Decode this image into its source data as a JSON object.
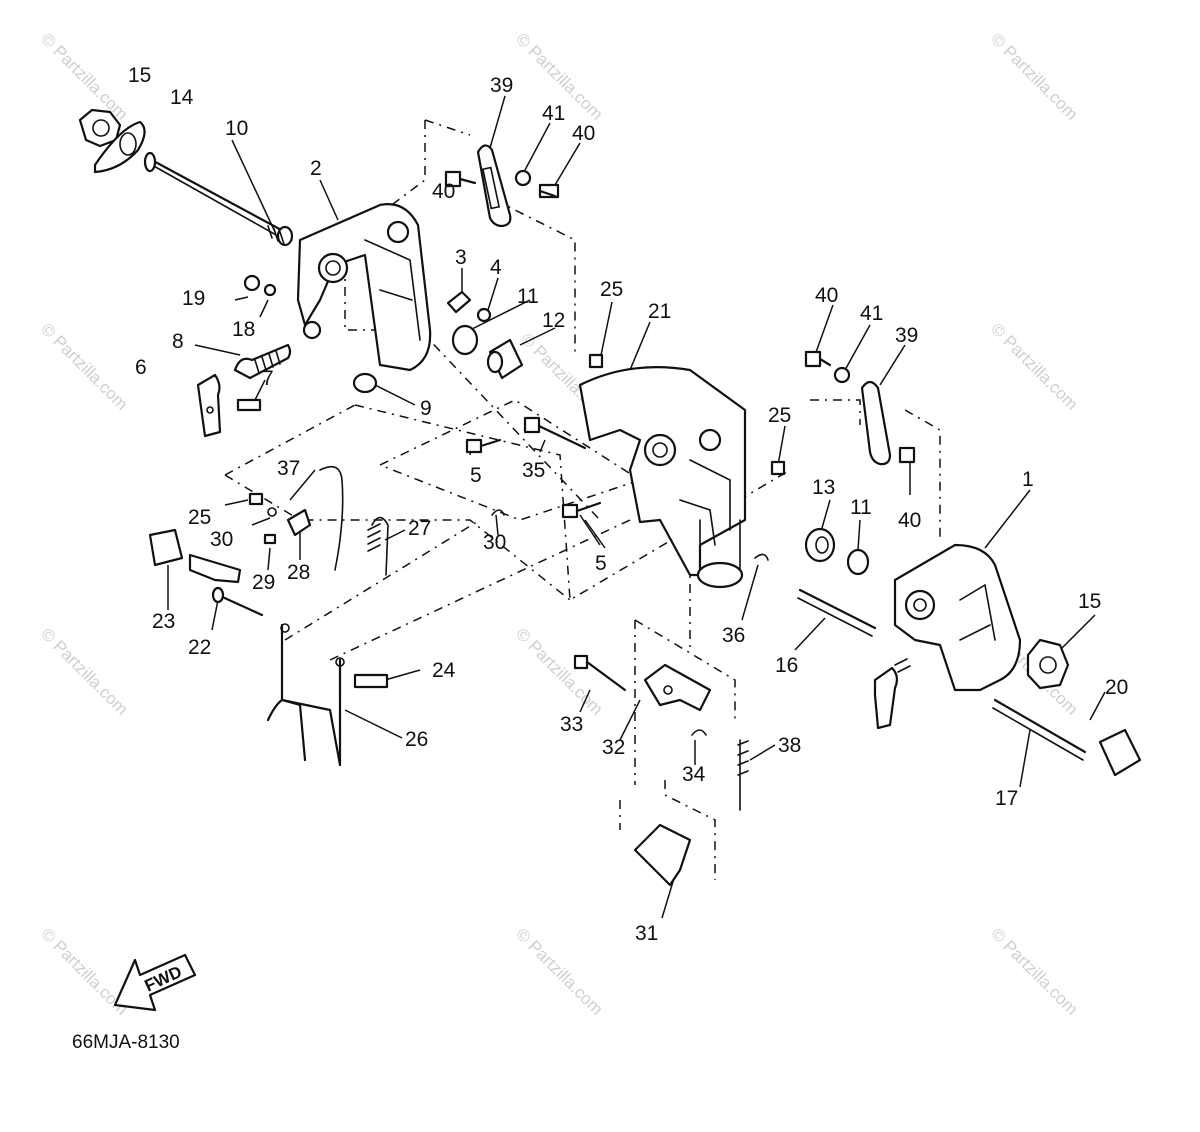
{
  "diagram_code": "66MJA-8130",
  "direction_label": "FWD",
  "watermark_text": "© Partzilla.com",
  "callouts": [
    {
      "id": "c15a",
      "text": "15"
    },
    {
      "id": "c14",
      "text": "14"
    },
    {
      "id": "c10",
      "text": "10"
    },
    {
      "id": "c2",
      "text": "2"
    },
    {
      "id": "c39a",
      "text": "39"
    },
    {
      "id": "c41a",
      "text": "41"
    },
    {
      "id": "c40a",
      "text": "40"
    },
    {
      "id": "c40b",
      "text": "40"
    },
    {
      "id": "c3",
      "text": "3"
    },
    {
      "id": "c4",
      "text": "4"
    },
    {
      "id": "c19",
      "text": "19"
    },
    {
      "id": "c18",
      "text": "18"
    },
    {
      "id": "c11a",
      "text": "11"
    },
    {
      "id": "c12",
      "text": "12"
    },
    {
      "id": "c25a",
      "text": "25"
    },
    {
      "id": "c21",
      "text": "21"
    },
    {
      "id": "c8",
      "text": "8"
    },
    {
      "id": "c6",
      "text": "6"
    },
    {
      "id": "c7",
      "text": "7"
    },
    {
      "id": "c9",
      "text": "9"
    },
    {
      "id": "c40c",
      "text": "40"
    },
    {
      "id": "c41b",
      "text": "41"
    },
    {
      "id": "c39b",
      "text": "39"
    },
    {
      "id": "c25b",
      "text": "25"
    },
    {
      "id": "c40d",
      "text": "40"
    },
    {
      "id": "c5a",
      "text": "5"
    },
    {
      "id": "c35",
      "text": "35"
    },
    {
      "id": "c37",
      "text": "37"
    },
    {
      "id": "c25c",
      "text": "25"
    },
    {
      "id": "c30a",
      "text": "30"
    },
    {
      "id": "c27",
      "text": "27"
    },
    {
      "id": "c30b",
      "text": "30"
    },
    {
      "id": "c29",
      "text": "29"
    },
    {
      "id": "c28",
      "text": "28"
    },
    {
      "id": "c23",
      "text": "23"
    },
    {
      "id": "c22",
      "text": "22"
    },
    {
      "id": "c13",
      "text": "13"
    },
    {
      "id": "c11b",
      "text": "11"
    },
    {
      "id": "c1",
      "text": "1"
    },
    {
      "id": "c5b",
      "text": "5"
    },
    {
      "id": "c36",
      "text": "36"
    },
    {
      "id": "c16",
      "text": "16"
    },
    {
      "id": "c15b",
      "text": "15"
    },
    {
      "id": "c20",
      "text": "20"
    },
    {
      "id": "c24",
      "text": "24"
    },
    {
      "id": "c26",
      "text": "26"
    },
    {
      "id": "c33",
      "text": "33"
    },
    {
      "id": "c32",
      "text": "32"
    },
    {
      "id": "c34",
      "text": "34"
    },
    {
      "id": "c38",
      "text": "38"
    },
    {
      "id": "c17",
      "text": "17"
    },
    {
      "id": "c31",
      "text": "31"
    }
  ]
}
